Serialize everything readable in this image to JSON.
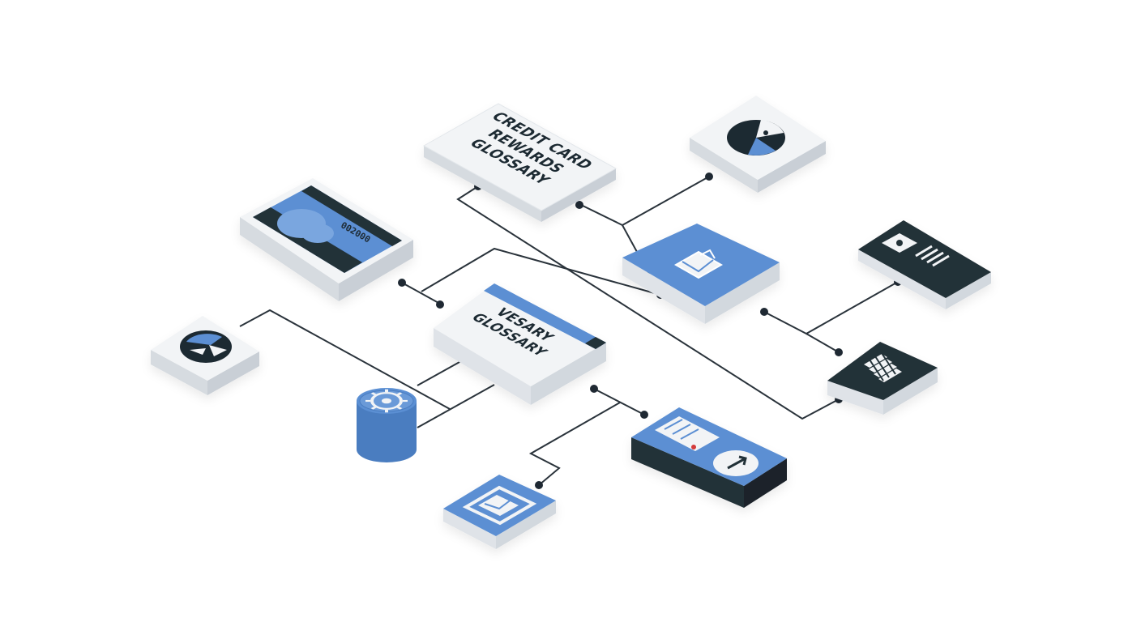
{
  "glossary_cards": {
    "credit_card_rewards": [
      "CREDIT CARD",
      "REWARDS",
      "GLOSSARY"
    ],
    "vesary": [
      "VESARY",
      "GLOSSARY"
    ]
  },
  "card_number_text": "002000",
  "colors": {
    "accent_blue": "#5b8fd3",
    "dark_navy": "#243038",
    "tile_white": "#f2f4f6",
    "tile_side": "#dfe3e8",
    "line": "#2a333b"
  },
  "icons": [
    "credit-card-icon",
    "pie-chart-icon",
    "envelope-icon",
    "id-card-icon",
    "calculator-keypad-icon",
    "broken-circle-icon",
    "database-gear-icon",
    "list-payment-icon",
    "mail-icon"
  ]
}
